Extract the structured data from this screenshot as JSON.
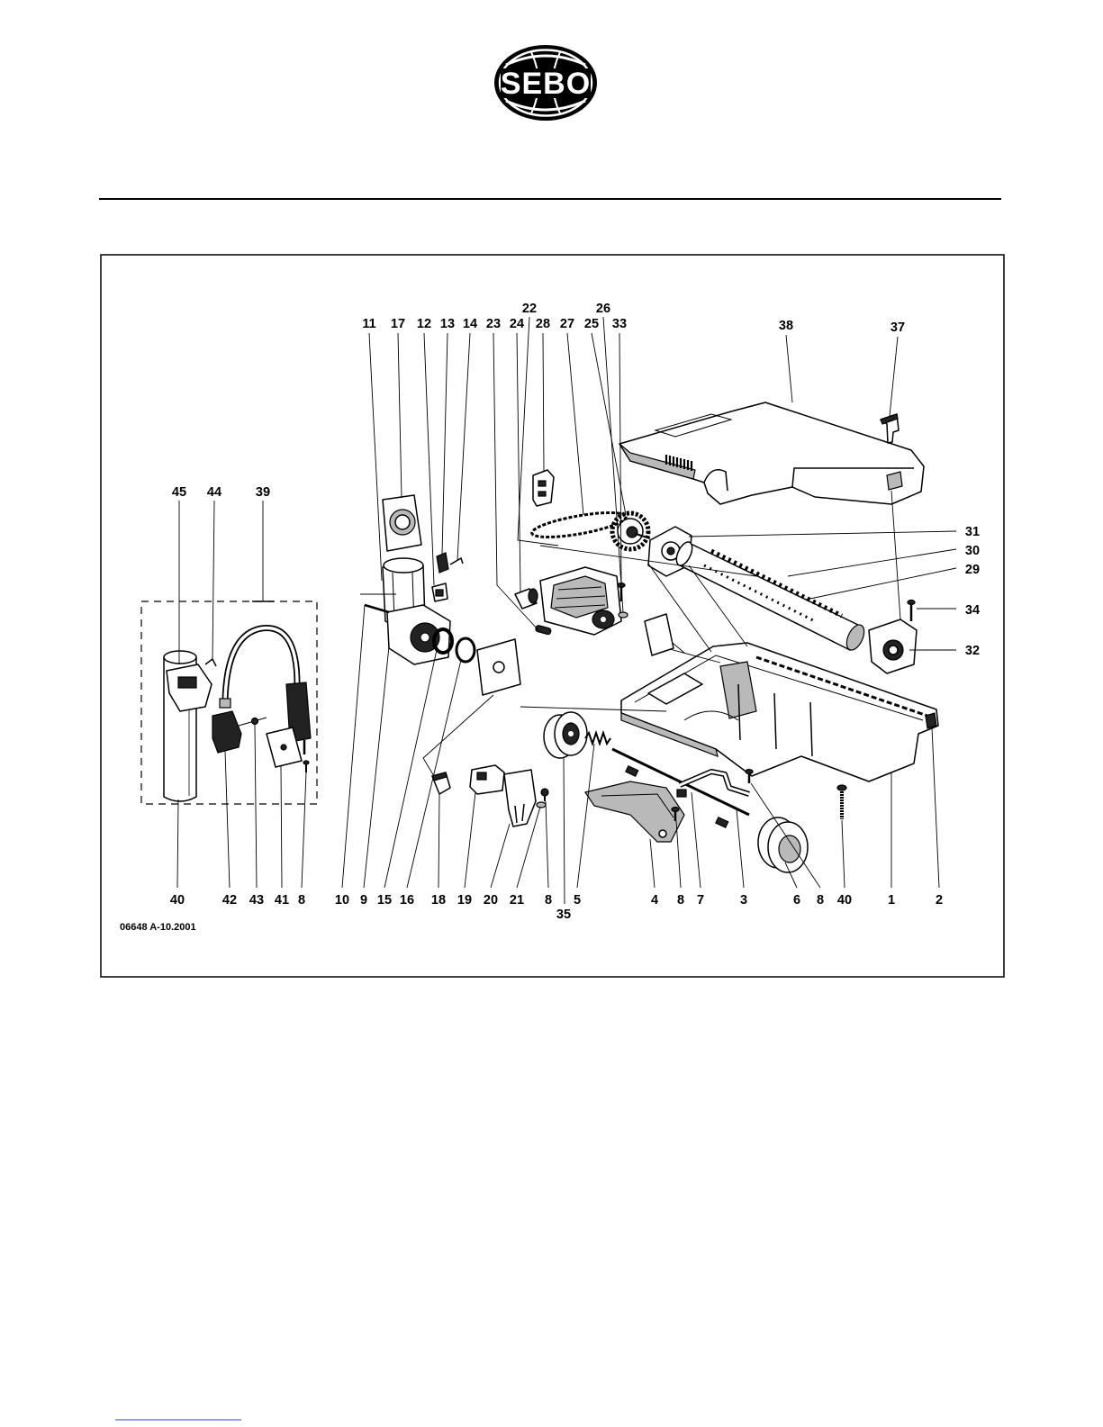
{
  "logo": {
    "text": "SEBO"
  },
  "callouts": {
    "top_upper": [
      "22",
      "26"
    ],
    "top": [
      "11",
      "17",
      "12",
      "13",
      "14",
      "23",
      "24",
      "28",
      "27",
      "25",
      "33"
    ],
    "top_right": [
      "38",
      "37"
    ],
    "left": [
      "45",
      "44",
      "39"
    ],
    "right": [
      "31",
      "30",
      "29",
      "34",
      "32"
    ],
    "bottom": [
      "40",
      "42",
      "43",
      "41",
      "8",
      "10",
      "9",
      "15",
      "16",
      "18",
      "19",
      "20",
      "21",
      "8",
      "5",
      "4",
      "8",
      "7",
      "3",
      "6",
      "8",
      "40",
      "1",
      "2"
    ],
    "bottom_lower": [
      "35"
    ]
  },
  "drawing_code": "06648 A-10.2001",
  "colors": {
    "ink": "#000000",
    "footer_rule": "#2244cc"
  }
}
